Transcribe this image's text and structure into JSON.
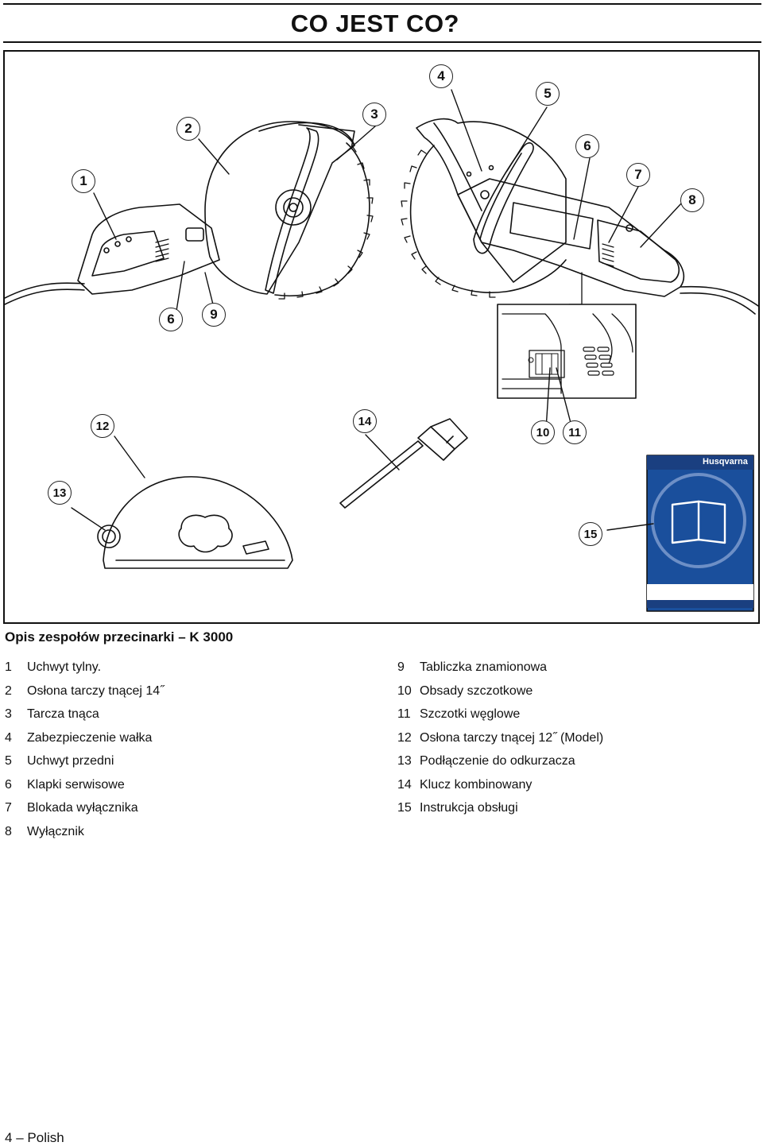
{
  "header": {
    "title": "CO JEST CO?"
  },
  "callouts": {
    "c1": "1",
    "c2": "2",
    "c3": "3",
    "c4": "4",
    "c5": "5",
    "c6a": "6",
    "c7": "7",
    "c8": "8",
    "c6b": "6",
    "c9": "9",
    "c10": "10",
    "c11": "11",
    "c12": "12",
    "c13": "13",
    "c14": "14",
    "c15": "15"
  },
  "manual": {
    "brand": "Husqvarna",
    "color": "#1a4f9c"
  },
  "section": {
    "title": "Opis zespołów przecinarki – K 3000"
  },
  "legend": {
    "left": [
      {
        "num": "1",
        "text": "Uchwyt tylny."
      },
      {
        "num": "2",
        "text": "Osłona tarczy tnącej 14˝"
      },
      {
        "num": "3",
        "text": "Tarcza tnąca"
      },
      {
        "num": "4",
        "text": "Zabezpieczenie wałka"
      },
      {
        "num": "5",
        "text": "Uchwyt przedni"
      },
      {
        "num": "6",
        "text": "Klapki serwisowe"
      },
      {
        "num": "7",
        "text": "Blokada wyłącznika"
      },
      {
        "num": "8",
        "text": "Wyłącznik"
      }
    ],
    "right": [
      {
        "num": "9",
        "text": "Tabliczka znamionowa"
      },
      {
        "num": "10",
        "text": "Obsady szczotkowe"
      },
      {
        "num": "11",
        "text": "Szczotki węglowe"
      },
      {
        "num": "12",
        "text": "Osłona tarczy tnącej 12˝ (Model)"
      },
      {
        "num": "13",
        "text": "Podłączenie do odkurzacza"
      },
      {
        "num": "14",
        "text": "Klucz kombinowany"
      },
      {
        "num": "15",
        "text": "Instrukcja obsługi"
      }
    ]
  },
  "footer": {
    "page_number": "4",
    "separator": "–",
    "language": "Polish"
  }
}
